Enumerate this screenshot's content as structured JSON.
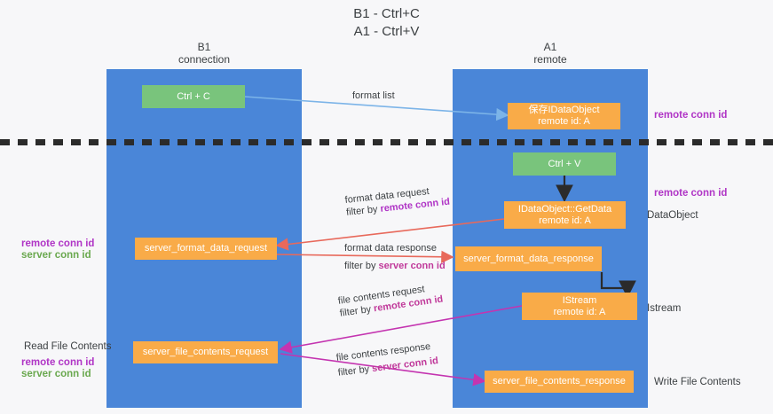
{
  "title": "B1 - Ctrl+C\nA1 - Ctrl+V",
  "colors": {
    "lane": "#4a86d8",
    "node_green": "#79c47c",
    "node_orange": "#f9ab48",
    "purple": "#b035c6",
    "green_text": "#6aa84f",
    "pink": "#c0399a",
    "red_arrow": "#e8695b",
    "blue_arrow": "#7cb4e8",
    "magenta_arrow": "#c434b0",
    "black": "#2b2b2b",
    "background": "#f7f7f9"
  },
  "lanes": [
    {
      "id": "b1",
      "title": "B1\nconnection"
    },
    {
      "id": "a1",
      "title": "A1\nremote"
    }
  ],
  "nodes": [
    {
      "id": "ctrl-c",
      "label": "Ctrl + C"
    },
    {
      "id": "ido-top",
      "label": "保存IDataObject\nremote id: A"
    },
    {
      "id": "ctrl-v",
      "label": "Ctrl + V"
    },
    {
      "id": "ido-get",
      "label": "IDataObject::GetData\nremote id: A"
    },
    {
      "id": "sfdreq",
      "label": "server_format_data_request"
    },
    {
      "id": "sfdresp",
      "label": "server_format_data_response"
    },
    {
      "id": "istream",
      "label": "IStream\nremote id: A"
    },
    {
      "id": "sfcreq",
      "label": "server_file_contents_request"
    },
    {
      "id": "sfcresp",
      "label": "server_file_contents_response"
    }
  ],
  "edge_labels": [
    {
      "id": "format-list",
      "line1": "format list",
      "filter_prefix": "",
      "filter_key": ""
    },
    {
      "id": "format-data-request",
      "line1": "format data request",
      "filter_prefix": "filter by ",
      "filter_key": "remote conn id"
    },
    {
      "id": "format-data-response",
      "line1": "format data response",
      "filter_prefix": "filter by ",
      "filter_key": "server conn id"
    },
    {
      "id": "file-contents-request",
      "line1": "file contents request",
      "filter_prefix": "filter by ",
      "filter_key": "remote conn id"
    },
    {
      "id": "file-contents-response",
      "line1": "file contents response",
      "filter_prefix": "filter by ",
      "filter_key": "server conn id"
    }
  ],
  "annotations_right": [
    {
      "id": "right-remote-conn-id-1",
      "text": "remote conn id",
      "style": "purple"
    },
    {
      "id": "right-remote-conn-id-2",
      "text": "remote conn id",
      "style": "purple"
    },
    {
      "id": "right-dataobject",
      "text": "DataObject",
      "style": "plain"
    },
    {
      "id": "right-istream",
      "text": "Istream",
      "style": "plain"
    },
    {
      "id": "right-write-file",
      "text": "Write File Contents",
      "style": "plain"
    }
  ],
  "annotations_left": [
    {
      "id": "left-remote-conn-id",
      "text": "remote conn id",
      "style": "purple"
    },
    {
      "id": "left-server-conn-id",
      "text": "server conn id",
      "style": "green"
    },
    {
      "id": "left-read-file",
      "text": "Read File Contents",
      "style": "plain"
    },
    {
      "id": "left-remote-conn-id-2",
      "text": "remote conn id",
      "style": "purple"
    },
    {
      "id": "left-server-conn-id-2",
      "text": "server conn id",
      "style": "green"
    }
  ]
}
